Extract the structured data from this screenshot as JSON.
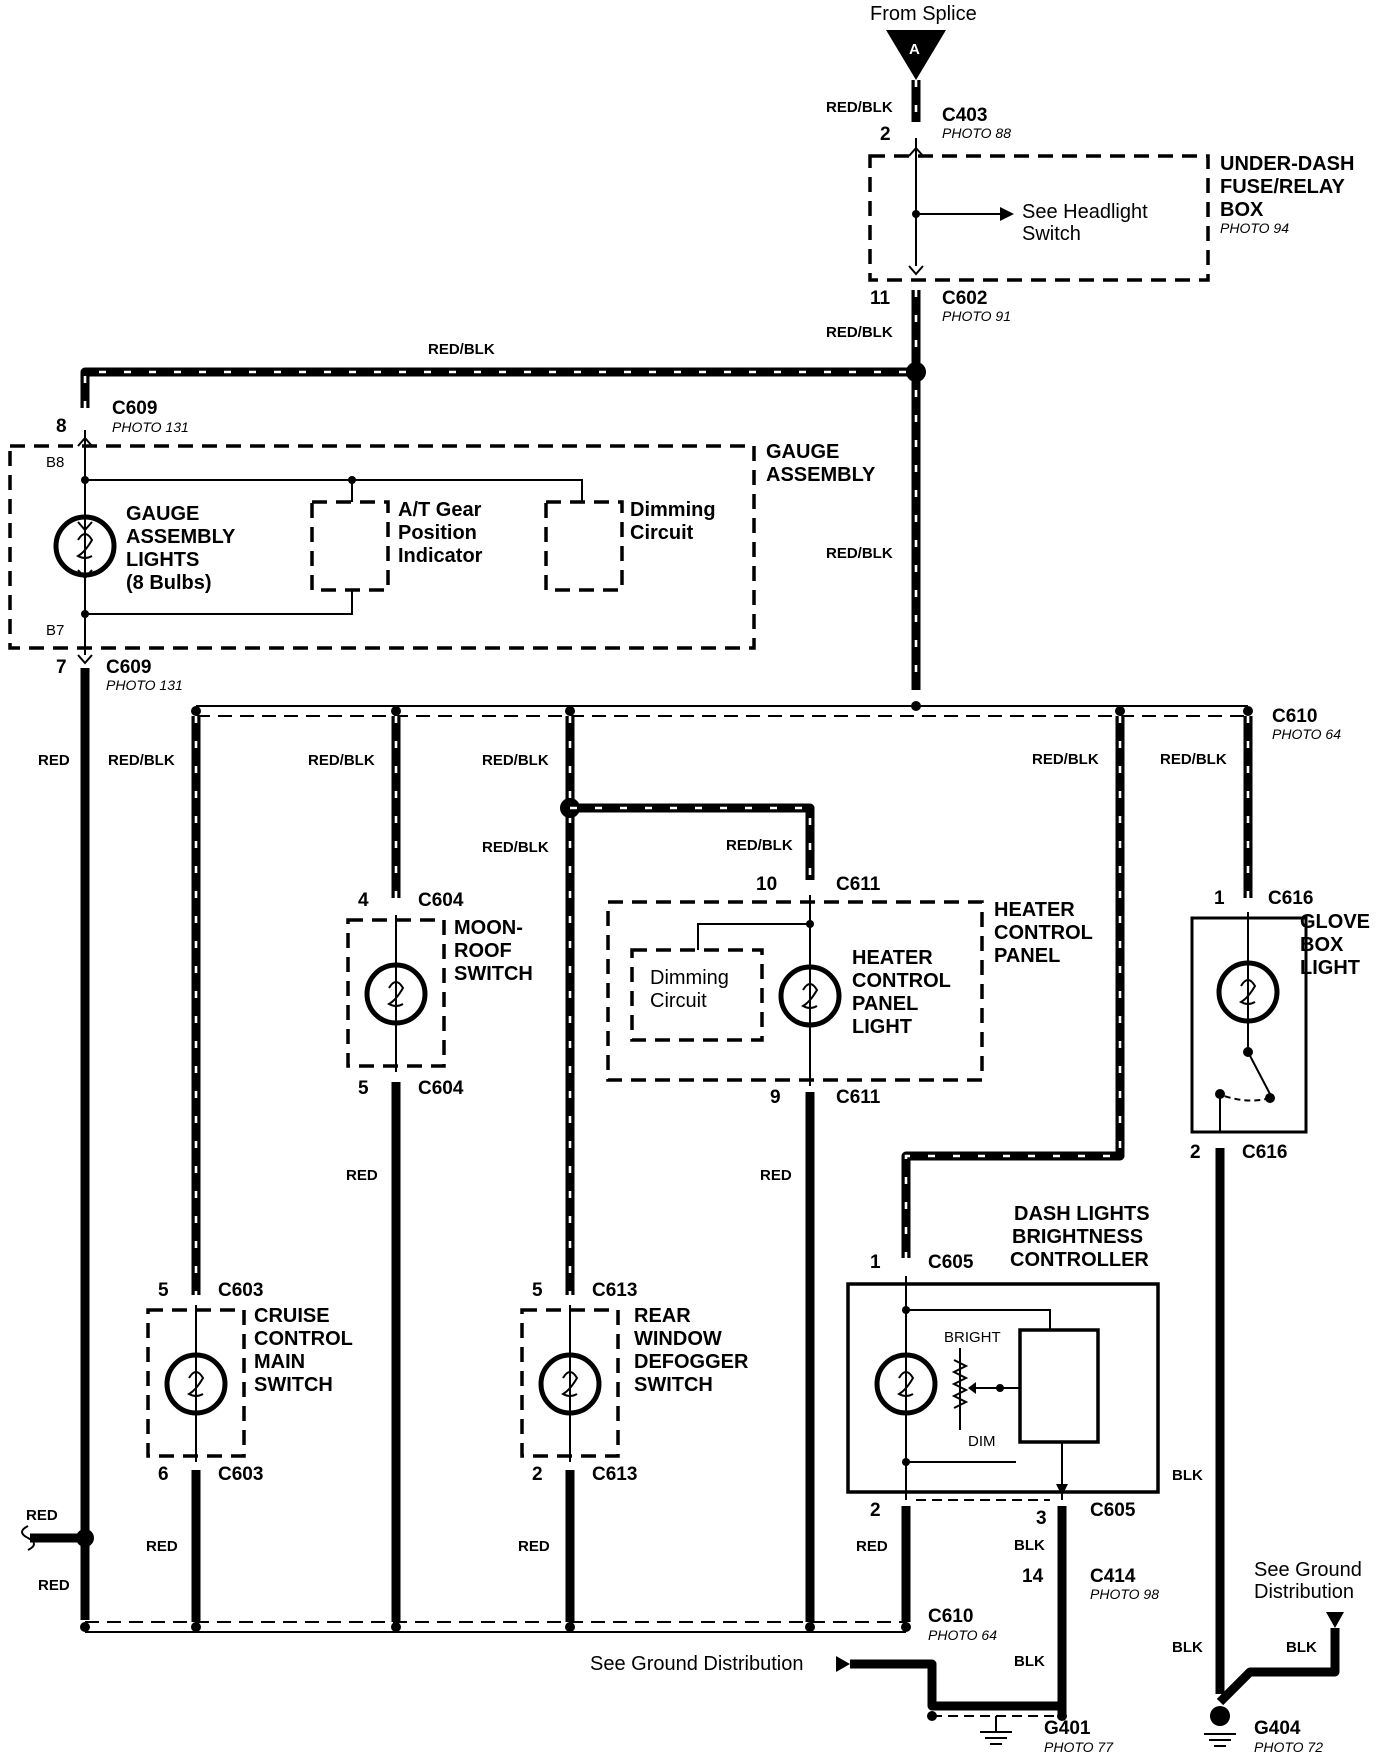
{
  "source": {
    "text": "From Splice",
    "splice_letter": "A"
  },
  "wire_colors": {
    "red_blk": "RED/BLK",
    "red": "RED",
    "blk": "BLK"
  },
  "connectors": {
    "c403": {
      "name": "C403",
      "photo": "PHOTO 88",
      "pin": "2"
    },
    "c602": {
      "name": "C602",
      "photo": "PHOTO 91",
      "pin": "11"
    },
    "c609_top": {
      "name": "C609",
      "photo": "PHOTO 131",
      "pin": "8"
    },
    "c609_bottom": {
      "name": "C609",
      "photo": "PHOTO 131",
      "pin": "7"
    },
    "c610_top": {
      "name": "C610",
      "photo": "PHOTO 64"
    },
    "c610_bottom": {
      "name": "C610",
      "photo": "PHOTO 64"
    },
    "c604_top": {
      "name": "C604",
      "pin": "4"
    },
    "c604_bottom": {
      "name": "C604",
      "pin": "5"
    },
    "c611_top": {
      "name": "C611",
      "pin": "10"
    },
    "c611_bottom": {
      "name": "C611",
      "pin": "9"
    },
    "c616_top": {
      "name": "C616",
      "pin": "1"
    },
    "c616_bottom": {
      "name": "C616",
      "pin": "2"
    },
    "c605_top": {
      "name": "C605",
      "pin": "1"
    },
    "c605_b2": {
      "name": "2"
    },
    "c605_b3": {
      "name": "C605",
      "pin": "3"
    },
    "c603_top": {
      "name": "C603",
      "pin": "5"
    },
    "c603_bottom": {
      "name": "C603",
      "pin": "6"
    },
    "c613_top": {
      "name": "C613",
      "pin": "5"
    },
    "c613_bottom": {
      "name": "C613",
      "pin": "2"
    },
    "c414": {
      "name": "C414",
      "photo": "PHOTO 98",
      "pin": "14"
    }
  },
  "grounds": {
    "g401": {
      "name": "G401",
      "photo": "PHOTO 77"
    },
    "g404": {
      "name": "G404",
      "photo": "PHOTO 72"
    }
  },
  "components": {
    "fuse_box": {
      "lines": [
        "UNDER-DASH",
        "FUSE/RELAY",
        "BOX"
      ],
      "photo": "PHOTO 94",
      "note": [
        "See Headlight",
        "Switch"
      ]
    },
    "gauge_assembly": {
      "lines": [
        "GAUGE",
        "ASSEMBLY"
      ],
      "pin_top": "B8",
      "pin_bottom": "B7"
    },
    "gauge_lights": {
      "lines": [
        "GAUGE",
        "ASSEMBLY",
        "LIGHTS",
        "(8 Bulbs)"
      ]
    },
    "at_gear": {
      "lines": [
        "A/T Gear",
        "Position",
        "Indicator"
      ]
    },
    "gauge_dimming": {
      "lines": [
        "Dimming",
        "Circuit"
      ]
    },
    "moonroof": {
      "lines": [
        "MOON-",
        "ROOF",
        "SWITCH"
      ]
    },
    "heater_panel": {
      "lines": [
        "HEATER",
        "CONTROL",
        "PANEL"
      ]
    },
    "heater_light": {
      "lines": [
        "HEATER",
        "CONTROL",
        "PANEL",
        "LIGHT"
      ]
    },
    "heater_dimming": {
      "lines": [
        "Dimming",
        "Circuit"
      ]
    },
    "glove_box": {
      "lines": [
        "GLOVE",
        "BOX",
        "LIGHT"
      ]
    },
    "dash_controller": {
      "lines": [
        "DASH LIGHTS",
        "BRIGHTNESS",
        "CONTROLLER"
      ],
      "bright": "BRIGHT",
      "dim": "DIM"
    },
    "cruise": {
      "lines": [
        "CRUISE",
        "CONTROL",
        "MAIN",
        "SWITCH"
      ]
    },
    "rear_defogger": {
      "lines": [
        "REAR",
        "WINDOW",
        "DEFOGGER",
        "SWITCH"
      ]
    }
  },
  "notes": {
    "ground_left": "See Ground Distribution",
    "ground_right": [
      "See Ground",
      "Distribution"
    ]
  }
}
